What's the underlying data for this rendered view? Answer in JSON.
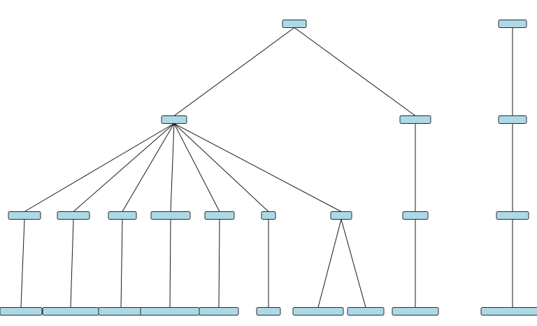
{
  "diagram": {
    "type": "tree",
    "colors": {
      "node_fill": "#add8e6",
      "node_stroke": "#2b2b2b",
      "edge": "#1a1a1a",
      "background": "#ffffff"
    },
    "nodes": [
      {
        "id": "n0",
        "label": ""
      },
      {
        "id": "n1",
        "label": ""
      },
      {
        "id": "n2",
        "label": ""
      },
      {
        "id": "n3",
        "label": ""
      },
      {
        "id": "n4",
        "label": ""
      },
      {
        "id": "n5",
        "label": ""
      },
      {
        "id": "n6",
        "label": ""
      },
      {
        "id": "n7",
        "label": ""
      },
      {
        "id": "n8",
        "label": ""
      },
      {
        "id": "n9",
        "label": ""
      },
      {
        "id": "n10",
        "label": ""
      },
      {
        "id": "n11",
        "label": ""
      },
      {
        "id": "n12",
        "label": ""
      },
      {
        "id": "n13",
        "label": ""
      },
      {
        "id": "n14",
        "label": ""
      },
      {
        "id": "n15",
        "label": ""
      },
      {
        "id": "n16",
        "label": ""
      },
      {
        "id": "n17",
        "label": ""
      },
      {
        "id": "n18",
        "label": ""
      },
      {
        "id": "n19",
        "label": ""
      },
      {
        "id": "n20",
        "label": ""
      },
      {
        "id": "r0",
        "label": ""
      },
      {
        "id": "r1",
        "label": ""
      },
      {
        "id": "r2",
        "label": ""
      },
      {
        "id": "r3",
        "label": ""
      }
    ],
    "edges": [
      [
        "n0",
        "n1"
      ],
      [
        "n0",
        "n2"
      ],
      [
        "n1",
        "n3"
      ],
      [
        "n1",
        "n4"
      ],
      [
        "n1",
        "n5"
      ],
      [
        "n1",
        "n6"
      ],
      [
        "n1",
        "n7"
      ],
      [
        "n1",
        "n8"
      ],
      [
        "n1",
        "n9"
      ],
      [
        "n2",
        "n10"
      ],
      [
        "n3",
        "n11"
      ],
      [
        "n4",
        "n12"
      ],
      [
        "n5",
        "n13"
      ],
      [
        "n6",
        "n14"
      ],
      [
        "n7",
        "n15"
      ],
      [
        "n8",
        "n16"
      ],
      [
        "n9",
        "n17"
      ],
      [
        "n9",
        "n18"
      ],
      [
        "n10",
        "n19"
      ],
      [
        "r0",
        "r1"
      ],
      [
        "r1",
        "r2"
      ],
      [
        "r2",
        "r3"
      ]
    ]
  }
}
